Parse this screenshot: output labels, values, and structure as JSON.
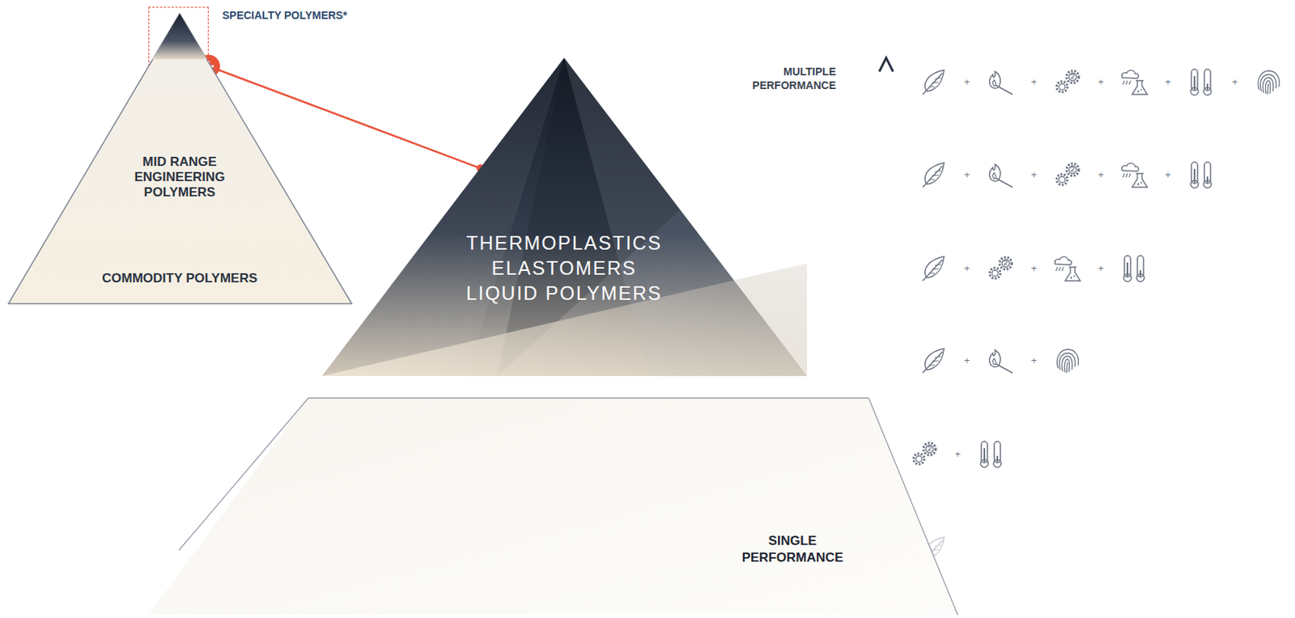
{
  "diagram": {
    "nodes": [
      {
        "text": [
          "SPECIALTY POLYMERS*"
        ]
      },
      {
        "text": [
          "MID RANGE ENGINEERING POLYMERS",
          "COMMODITY POLYMERS"
        ]
      },
      {
        "text": [
          "THERMOPLASTICS ELASTOMERS LIQUID POLYMERS"
        ]
      },
      {
        "text": [
          "SINGLE PERFORMANCE"
        ]
      }
    ],
    "edges": [
      {
        "from": 0,
        "to": 2,
        "arrow": "none"
      }
    ],
    "labels": [
      "MULTIPLE PERFORMANCE",
      "+",
      "+",
      "+",
      "+",
      "+",
      "+",
      "+",
      "+",
      "+",
      "+",
      "+",
      "+",
      "+",
      "+",
      "+"
    ]
  }
}
